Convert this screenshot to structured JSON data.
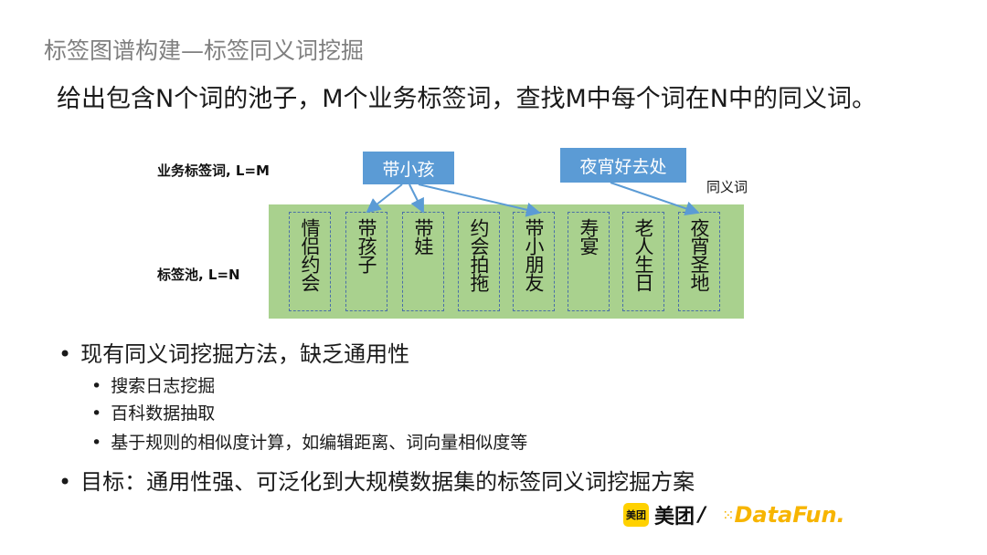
{
  "slide": {
    "title": "标签图谱构建—标签同义词挖掘",
    "subtitle": "给出包含N个词的池子，M个业务标签词，查找M中每个词在N中的同义词。"
  },
  "diagram": {
    "business_label": "业务标签词, L=M",
    "pool_label": "标签池, L=N",
    "synonym_label": "同义词",
    "business_tags": [
      "带小孩",
      "夜宵好去处"
    ],
    "pool_items": [
      "情侣约会",
      "带孩子",
      "带娃",
      "约会拍拖",
      "带小朋友",
      "寿宴",
      "老人生日",
      "夜宵圣地"
    ],
    "colors": {
      "tag_box": "#5b9bd5",
      "pool_bg": "#a9d18e",
      "arrow": "#5b9bd5"
    }
  },
  "bullets": {
    "b1": "现有同义词挖掘方法，缺乏通用性",
    "b2": "搜索日志挖掘",
    "b3": "百科数据抽取",
    "b4": "基于规则的相似度计算，如编辑距离、词向量相似度等",
    "b5": "目标：通用性强、可泛化到大规模数据集的标签同义词挖掘方案",
    "dot": "•"
  },
  "logos": {
    "meituan_badge": "美团",
    "meituan_name": "美团",
    "slash": "/",
    "datafun_dots": "⁙",
    "datafun_name": "DataFun."
  }
}
